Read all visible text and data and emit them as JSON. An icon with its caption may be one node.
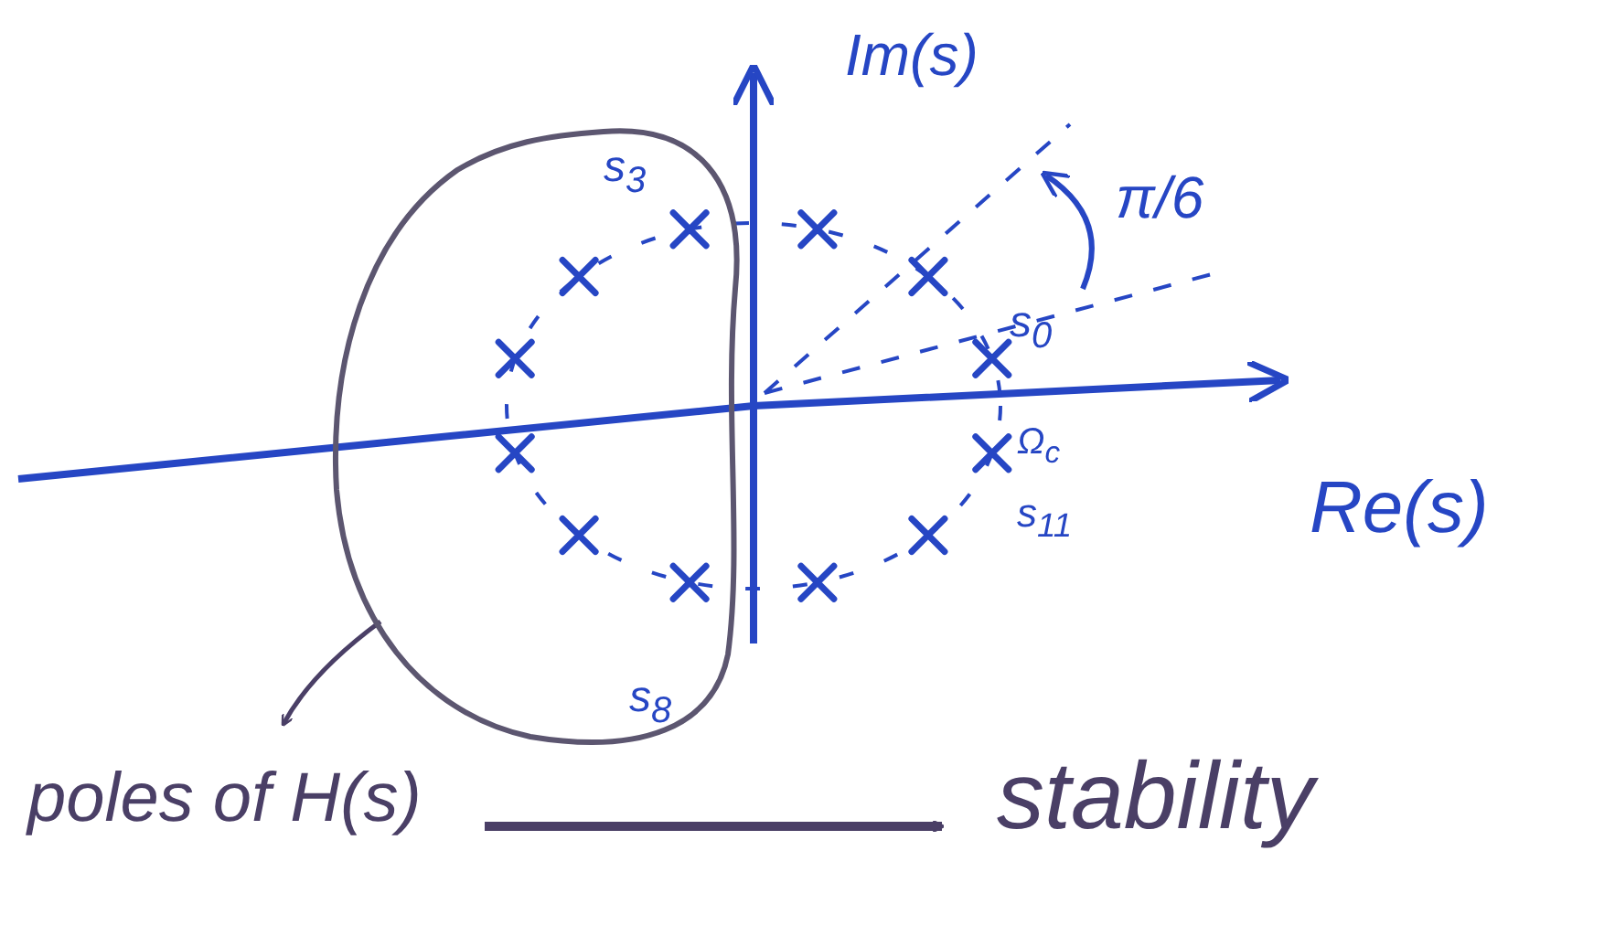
{
  "diagram": {
    "nodes": [
      {
        "text": [],
        "shape": "circle"
      },
      {
        "text": [
          "poles of H(s)"
        ]
      },
      {
        "text": [
          "stability"
        ]
      }
    ],
    "edges": [
      {
        "from": 0,
        "to": 1,
        "arrow": "to"
      },
      {
        "from": 1,
        "to": 2,
        "arrow": "to",
        "style": "thick"
      }
    ],
    "labels": [
      "Im(s)",
      "s$_{3}$",
      "π/6",
      "s$_{0}$",
      "Ω$_{c}$",
      "Re(s)",
      "s$_{11}$",
      "s$_{8}$"
    ]
  }
}
